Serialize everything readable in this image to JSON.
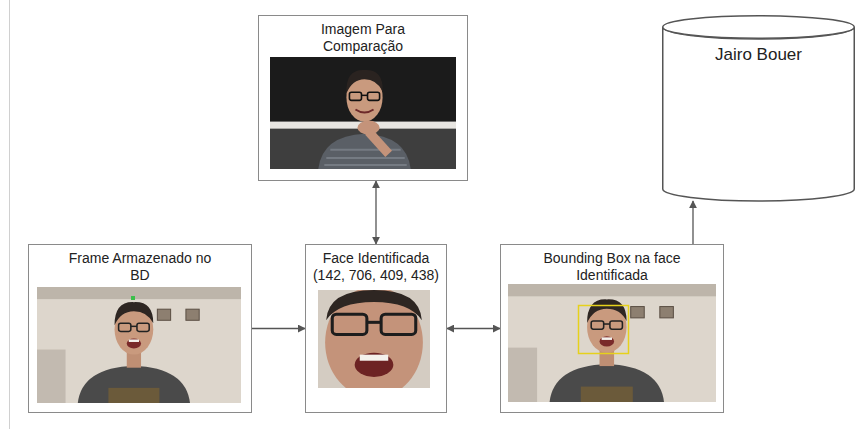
{
  "diagram": {
    "nodes": [
      {
        "text": [
          "Imagem Para Comparação"
        ]
      },
      {
        "text": [
          "Jairo Bouer"
        ]
      },
      {
        "text": [
          "Frame Armazenado no BD"
        ]
      },
      {
        "text": [
          "Face Identificada",
          "(142, 706, 409, 438)"
        ]
      },
      {
        "text": [
          "Bounding Box na face Identificada"
        ]
      }
    ],
    "edges": [
      {
        "from": 2,
        "to": 3,
        "arrow": "to"
      },
      {
        "from": 3,
        "to": 0,
        "arrow": "both"
      },
      {
        "from": 3,
        "to": 4,
        "arrow": "both"
      },
      {
        "from": 4,
        "to": 1,
        "arrow": "to"
      }
    ]
  }
}
